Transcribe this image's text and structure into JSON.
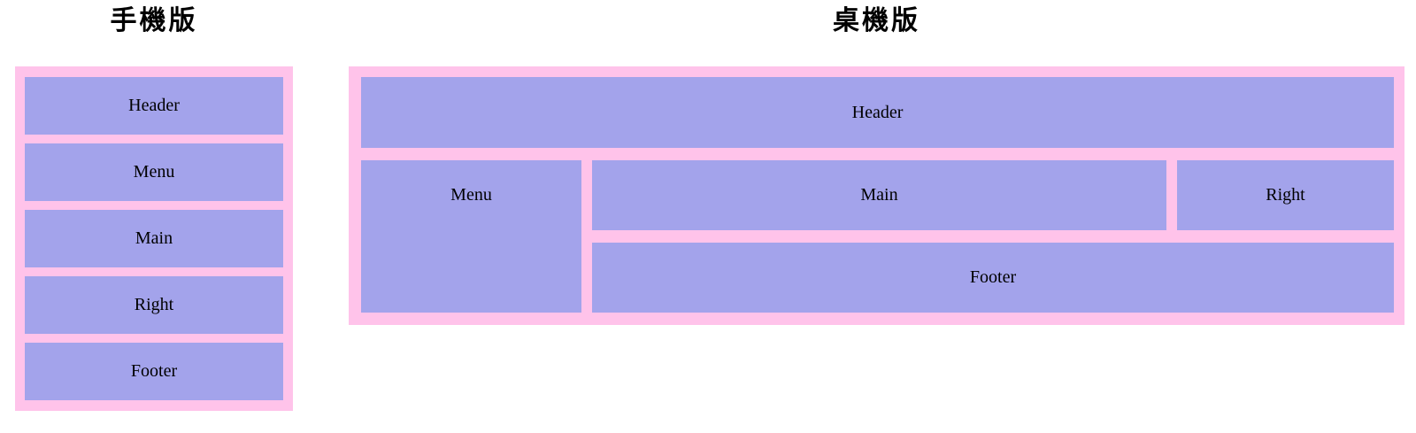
{
  "sections": {
    "mobile": {
      "title": "手機版"
    },
    "desktop": {
      "title": "桌機版"
    }
  },
  "labels": {
    "header": "Header",
    "menu": "Menu",
    "main": "Main",
    "right": "Right",
    "footer": "Footer"
  },
  "colors": {
    "background": "#ffffff",
    "container_pink": "#ffc3ea",
    "box_purple": "#a3a3eb",
    "label_text": "#000000",
    "title_text": "#000000"
  }
}
